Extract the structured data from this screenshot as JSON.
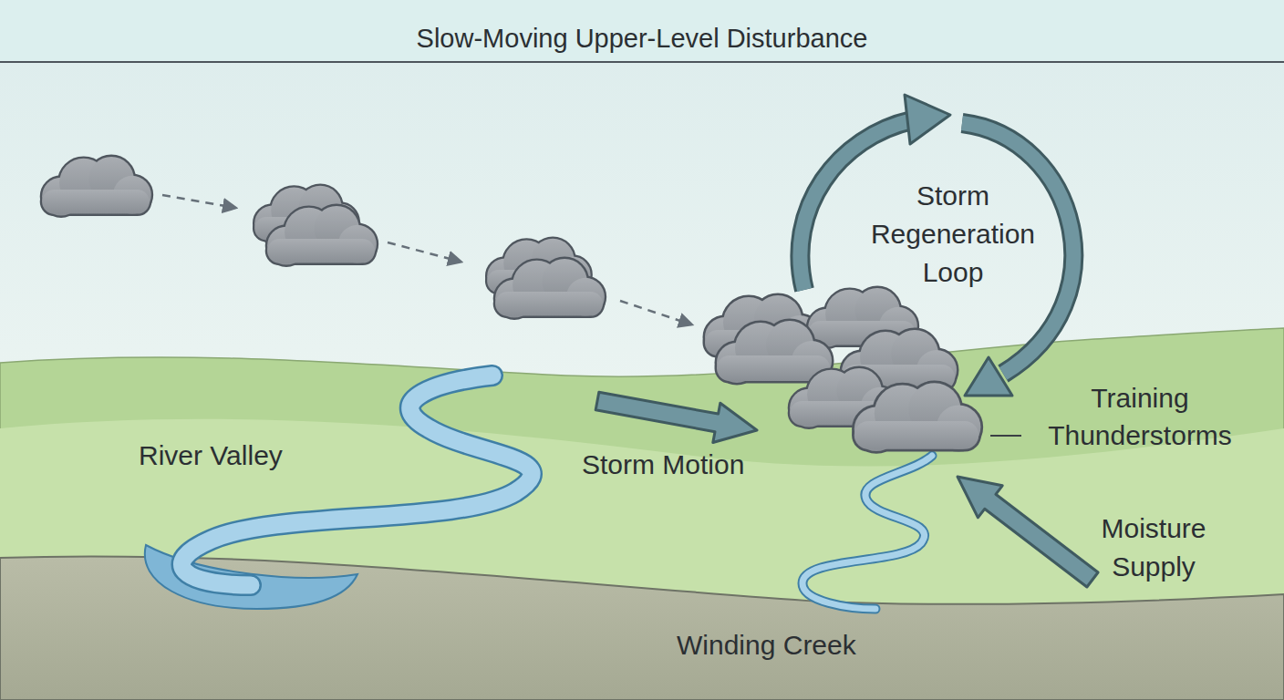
{
  "diagram": {
    "title": "Slow-Moving Upper-Level Disturbance",
    "labels": [
      "Storm Regeneration Loop",
      "River Valley",
      "Storm Motion",
      "Training Thunderstorms",
      "Moisture Supply",
      "Winding Creek"
    ]
  }
}
